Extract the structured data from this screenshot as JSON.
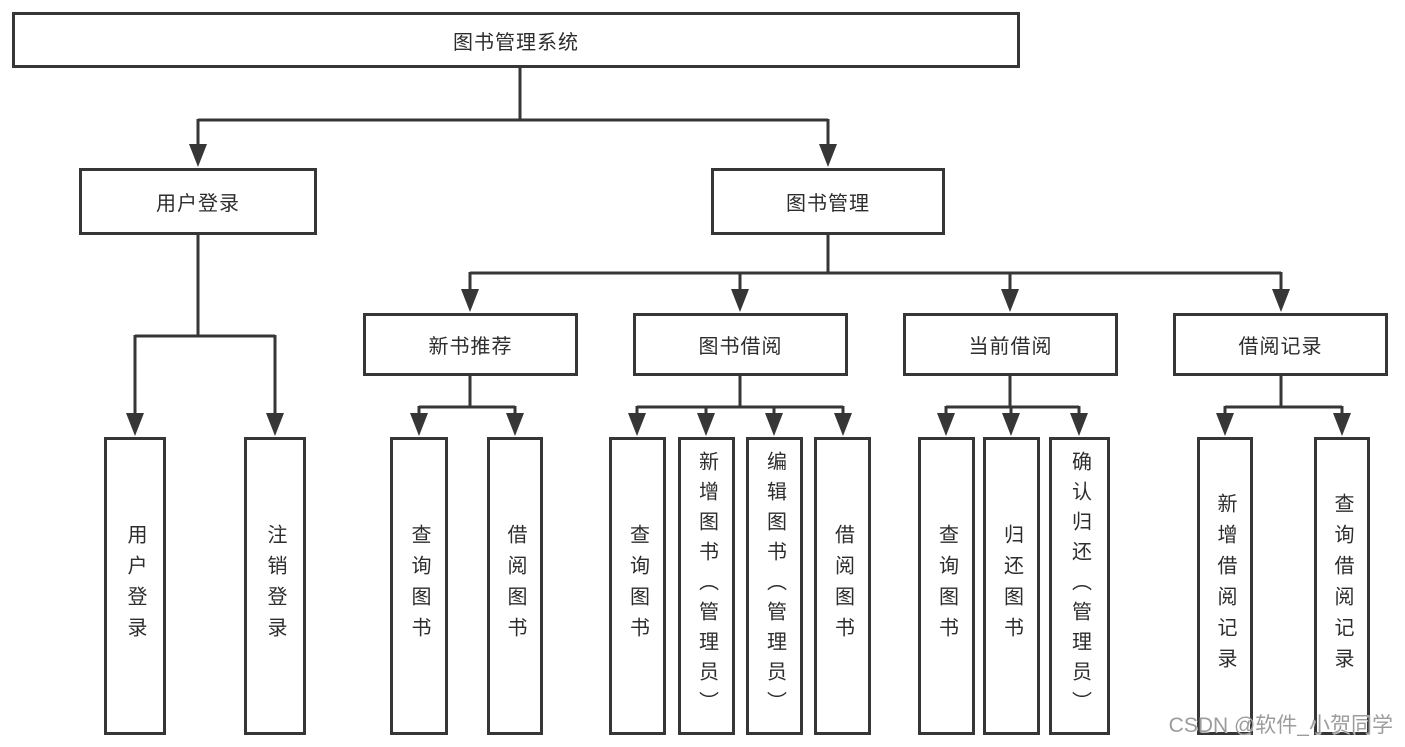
{
  "tree": {
    "label": "图书管理系统",
    "children": [
      {
        "label": "用户登录",
        "children": [
          {
            "label": "用户登录"
          },
          {
            "label": "注销登录"
          }
        ]
      },
      {
        "label": "图书管理",
        "children": [
          {
            "label": "新书推荐",
            "children": [
              {
                "label": "查询图书"
              },
              {
                "label": "借阅图书"
              }
            ]
          },
          {
            "label": "图书借阅",
            "children": [
              {
                "label": "查询图书"
              },
              {
                "label": "新增图书（管理员）"
              },
              {
                "label": "编辑图书（管理员）"
              },
              {
                "label": "借阅图书"
              }
            ]
          },
          {
            "label": "当前借阅",
            "children": [
              {
                "label": "查询图书"
              },
              {
                "label": "归还图书"
              },
              {
                "label": "确认归还（管理员）"
              }
            ]
          },
          {
            "label": "借阅记录",
            "children": [
              {
                "label": "新增借阅记录"
              },
              {
                "label": "查询借阅记录"
              }
            ]
          }
        ]
      }
    ]
  },
  "watermark": {
    "text": "CSDN @软件_小贺同学"
  },
  "colors": {
    "line": "#363636",
    "box_border": "#363636",
    "box_fill": "#ffffff",
    "text": "#2d2d2d",
    "watermark": "#9c9c9c",
    "background": "#ffffff"
  }
}
